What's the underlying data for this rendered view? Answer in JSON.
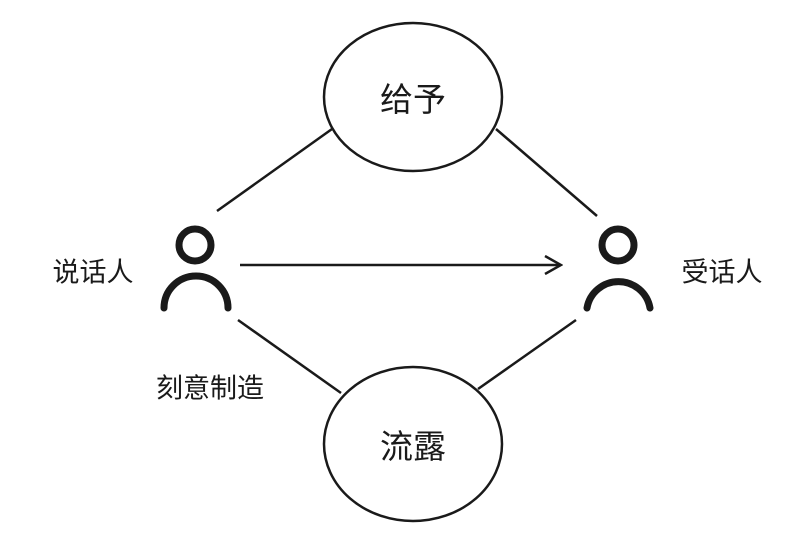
{
  "nodes": {
    "give": "给予",
    "leak": "流露"
  },
  "actors": {
    "speaker": "说话人",
    "listener": "受话人"
  },
  "annotation": "刻意制造",
  "colors": {
    "stroke": "#1a1a1a",
    "background": "#ffffff"
  }
}
